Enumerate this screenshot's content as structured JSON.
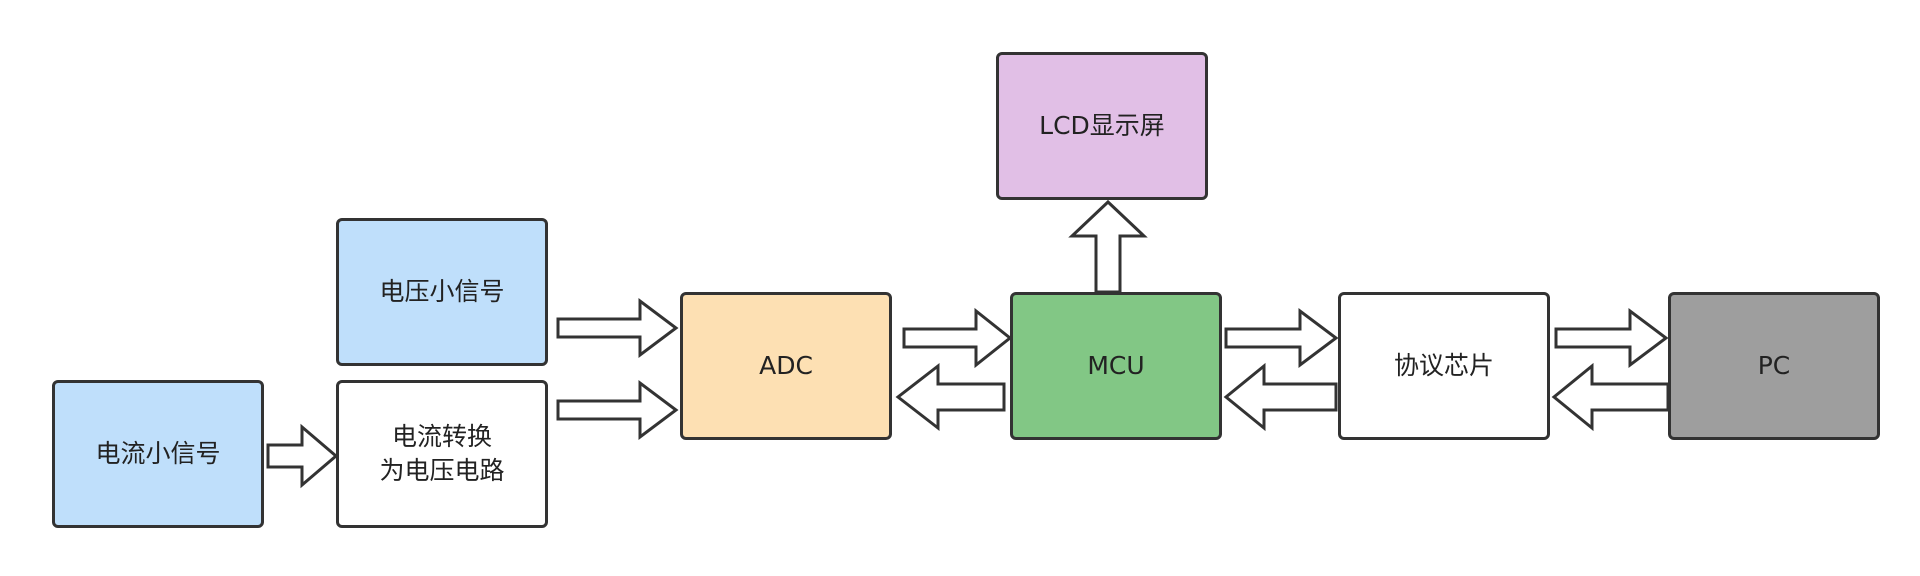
{
  "colors": {
    "stroke": "#333333",
    "blue": "#bfdffb",
    "white": "#ffffff",
    "orange": "#fde0b3",
    "green": "#82c785",
    "purple": "#e1bfe6",
    "gray": "#9e9e9e"
  },
  "nodes": {
    "current_signal": {
      "label": "电流小信号",
      "fill": "#bfdffb"
    },
    "voltage_signal": {
      "label": "电压小信号",
      "fill": "#bfdffb"
    },
    "converter": {
      "label": "电流转换\n为电压电路",
      "fill": "#ffffff"
    },
    "adc": {
      "label": "ADC",
      "fill": "#fde0b3"
    },
    "mcu": {
      "label": "MCU",
      "fill": "#82c785"
    },
    "lcd": {
      "label": "LCD显示屏",
      "fill": "#e1bfe6"
    },
    "protocol_chip": {
      "label": "协议芯片",
      "fill": "#ffffff"
    },
    "pc": {
      "label": "PC",
      "fill": "#9e9e9e"
    }
  },
  "edges": [
    {
      "id": "current-to-converter",
      "from": "current_signal",
      "to": "converter"
    },
    {
      "id": "voltage-to-adc",
      "from": "voltage_signal",
      "to": "adc"
    },
    {
      "id": "converter-to-adc",
      "from": "converter",
      "to": "adc"
    },
    {
      "id": "adc-to-mcu",
      "from": "adc",
      "to": "mcu"
    },
    {
      "id": "mcu-to-adc",
      "from": "mcu",
      "to": "adc"
    },
    {
      "id": "mcu-to-lcd",
      "from": "mcu",
      "to": "lcd"
    },
    {
      "id": "mcu-to-protocol",
      "from": "mcu",
      "to": "protocol_chip"
    },
    {
      "id": "protocol-to-mcu",
      "from": "protocol_chip",
      "to": "mcu"
    },
    {
      "id": "protocol-to-pc",
      "from": "protocol_chip",
      "to": "pc"
    },
    {
      "id": "pc-to-protocol",
      "from": "pc",
      "to": "protocol_chip"
    }
  ]
}
